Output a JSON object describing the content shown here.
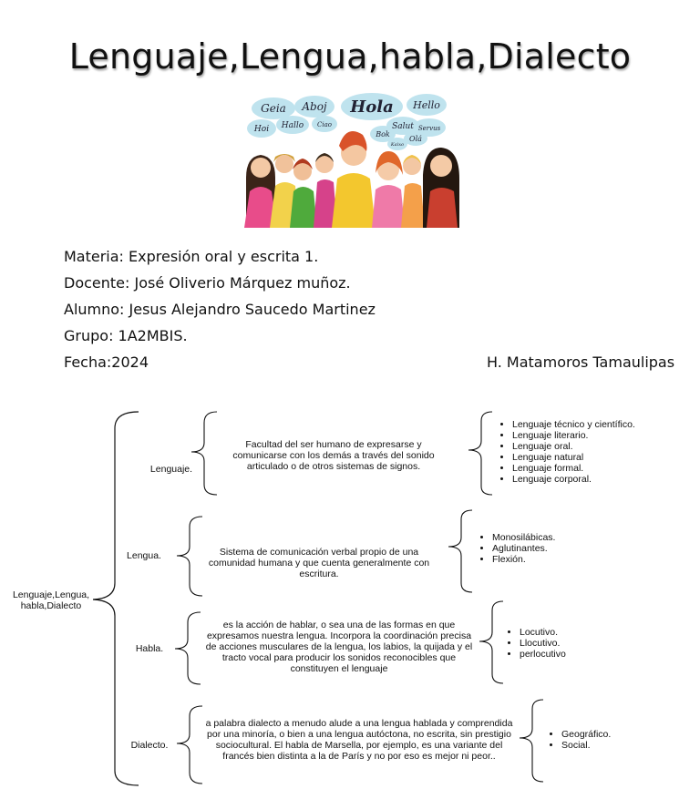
{
  "title": "Lenguaje,Lengua,habla,Dialecto",
  "illustration": {
    "bubbles": [
      "Geia",
      "Aboj",
      "Hola",
      "Hello",
      "Hoi",
      "Hallo",
      "Ciao",
      "Salut",
      "Servus",
      "Bok",
      "Olá",
      "Kaixo"
    ]
  },
  "info": {
    "materia": "Materia: Expresión oral y escrita 1.",
    "docente": "Docente: José Oliverio Márquez muñoz.",
    "alumno": "Alumno: Jesus Alejandro Saucedo Martinez",
    "grupo": "Grupo: 1A2MBIS.",
    "fecha": "Fecha:2024",
    "lugar": "H.  Matamoros Tamaulipas"
  },
  "diagram": {
    "root": "Lenguaje,Lengua, habla,Dialecto",
    "branches": [
      {
        "label": "Lenguaje.",
        "definition": "Facultad del ser humano de expresarse y comunicarse con los demás a través del sonido articulado o de otros sistemas de signos.",
        "items": [
          "Lenguaje técnico y científico.",
          "Lenguaje literario.",
          "Lenguaje oral.",
          "Lenguaje natural",
          "Lenguaje formal.",
          "Lenguaje corporal."
        ]
      },
      {
        "label": "Lengua.",
        "definition": "Sistema de comunicación verbal propio de una comunidad humana y que cuenta generalmente con escritura.",
        "items": [
          "Monosilábicas.",
          "Aglutinantes.",
          "Flexión."
        ]
      },
      {
        "label": "Habla.",
        "definition": "es la acción de hablar, o sea una de las formas en que expresamos nuestra lengua. Incorpora la coordinación precisa de acciones musculares de la lengua, los labios, la quijada y el tracto vocal para producir los sonidos reconocibles que constituyen el lenguaje",
        "items": [
          "Locutivo.",
          "Llocutivo.",
          "perlocutivo"
        ]
      },
      {
        "label": "Dialecto.",
        "definition": "a palabra dialecto a menudo alude a una lengua hablada y comprendida por una minoría, o bien a una lengua autóctona, no escrita, sin prestigio sociocultural. El habla de Marsella, por ejemplo, es una variante del francés bien distinta a la de París y no por eso es mejor ni peor..",
        "items": [
          "Geográfico.",
          "Social."
        ]
      }
    ]
  }
}
